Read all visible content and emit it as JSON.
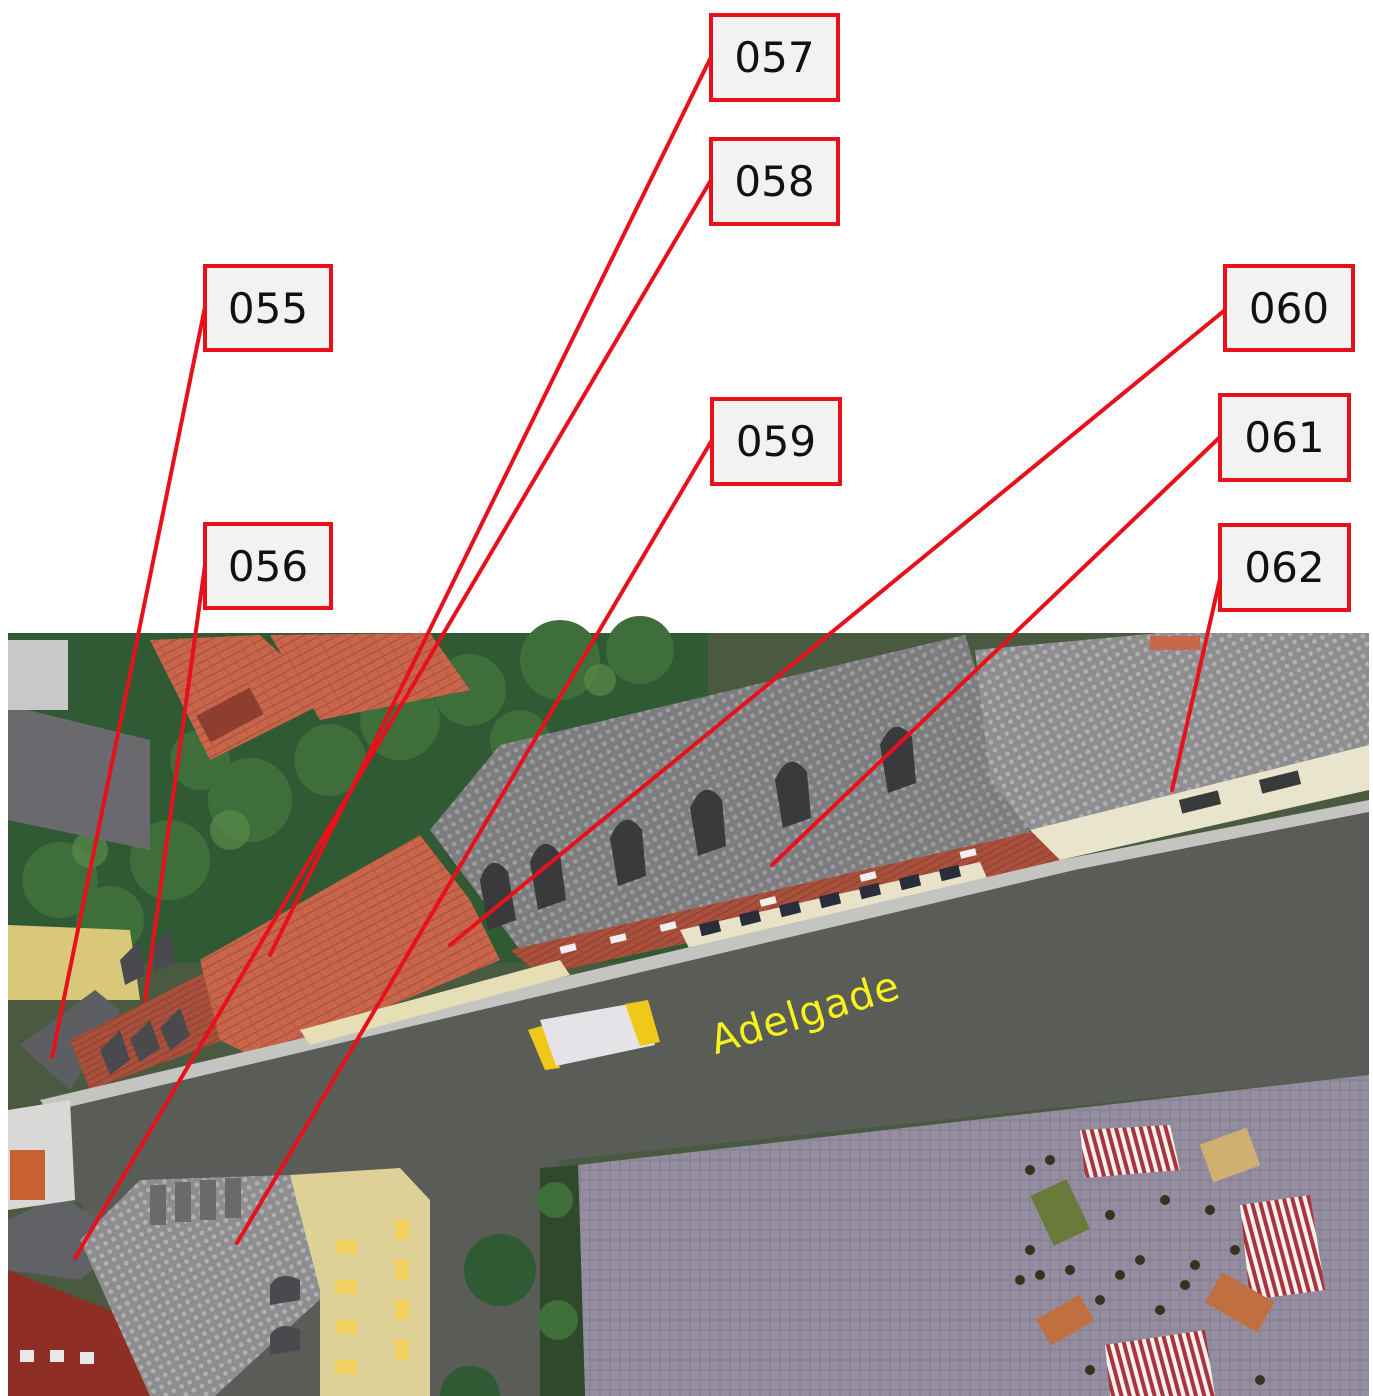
{
  "callouts": [
    {
      "label": "055"
    },
    {
      "label": "056"
    },
    {
      "label": "057"
    },
    {
      "label": "058"
    },
    {
      "label": "059"
    },
    {
      "label": "060"
    },
    {
      "label": "061"
    },
    {
      "label": "062"
    }
  ],
  "street_label": "Adelgade",
  "colors": {
    "callout_border": "#e8101a",
    "leader_line": "#e8101a",
    "callout_fill": "#f2f2f2",
    "street_label": "#f6f21a",
    "asphalt": "#5a5c58",
    "cobblestone": "#8a8394",
    "slate_roof": "#77777a",
    "tile_roof": "#c9684a"
  }
}
